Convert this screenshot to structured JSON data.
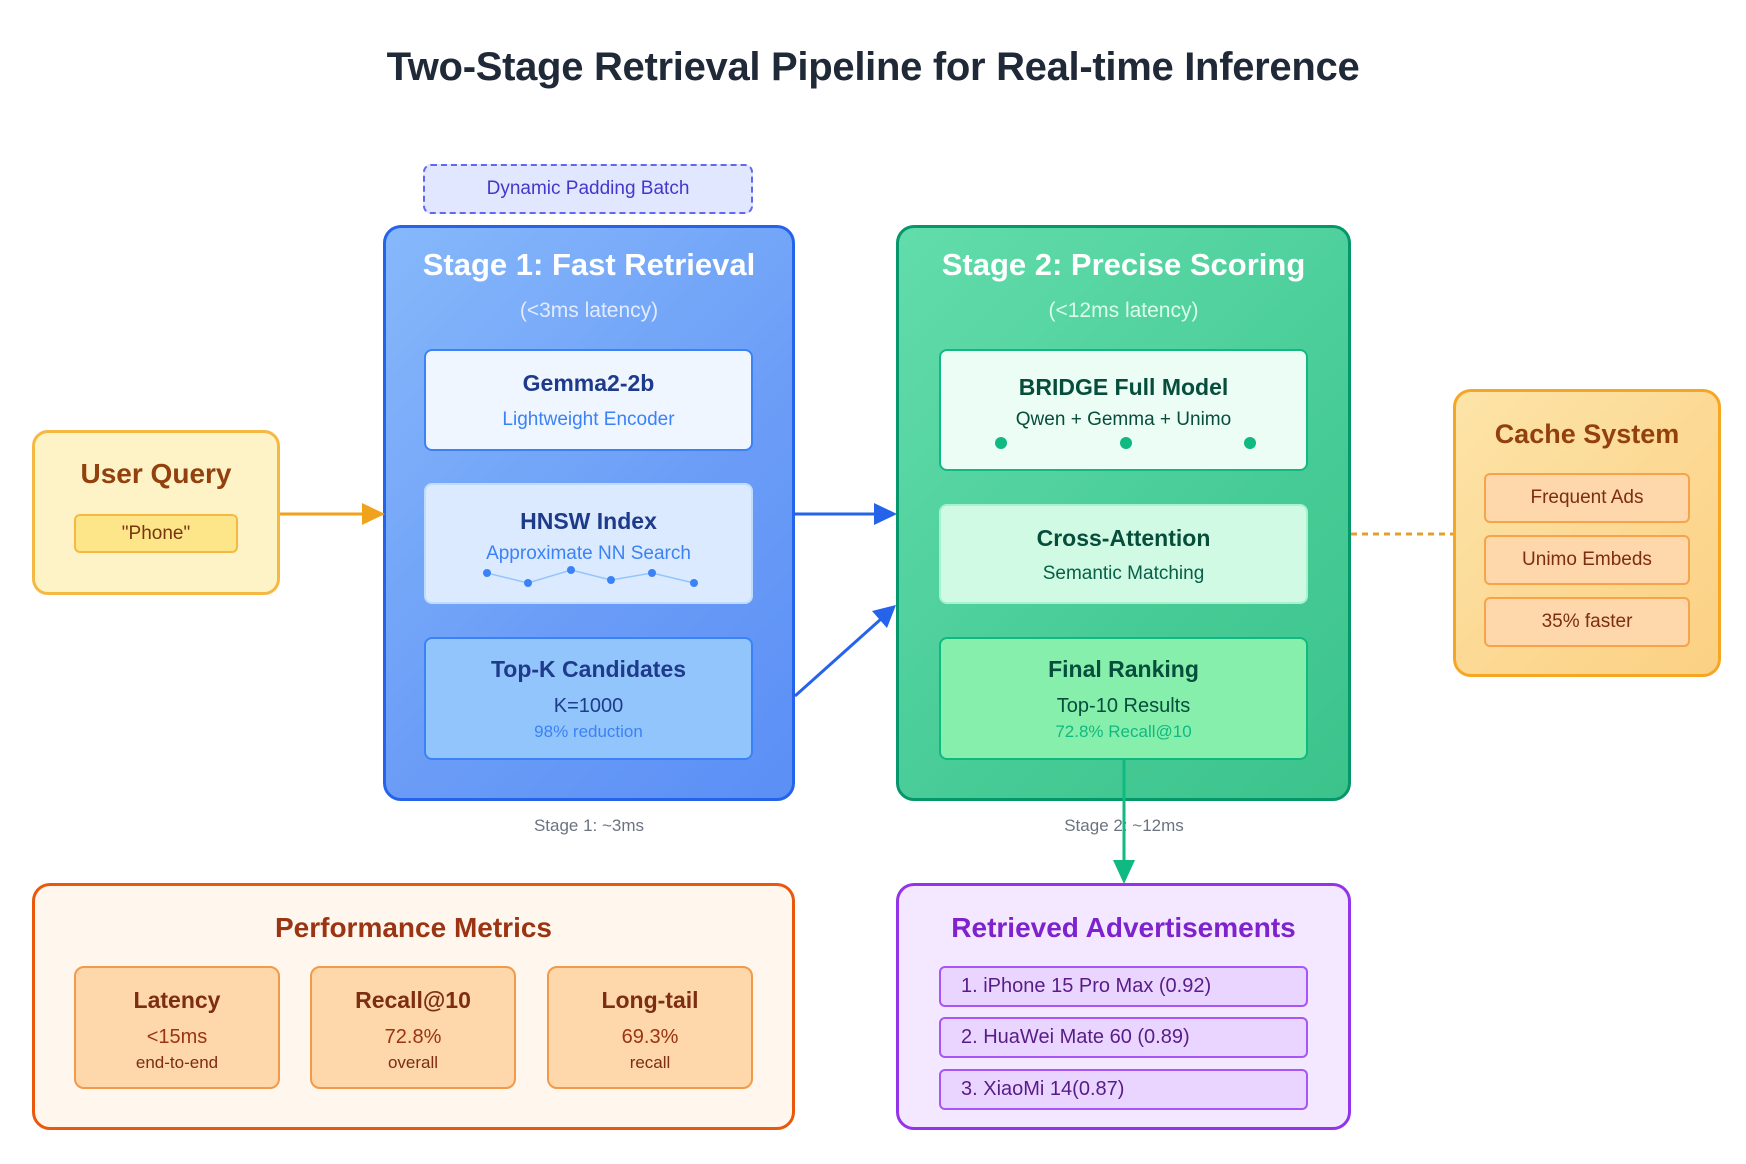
{
  "title": "Two-Stage Retrieval Pipeline for Real-time Inference",
  "batch_label": "Dynamic Padding Batch",
  "user_query": {
    "title": "User Query",
    "value": "\"Phone\""
  },
  "stage1": {
    "title": "Stage 1: Fast Retrieval",
    "latency": "(<3ms latency)",
    "encoder": {
      "title": "Gemma2-2b",
      "subtitle": "Lightweight Encoder"
    },
    "index": {
      "title": "HNSW Index",
      "subtitle": "Approximate NN Search"
    },
    "candidates": {
      "title": "Top-K Candidates",
      "value": "K=1000",
      "note": "98% reduction"
    },
    "timing": "Stage 1: ~3ms"
  },
  "stage2": {
    "title": "Stage 2: Precise Scoring",
    "latency": "(<12ms latency)",
    "model": {
      "title": "BRIDGE Full Model",
      "subtitle": "Qwen + Gemma + Unimo"
    },
    "attention": {
      "title": "Cross-Attention",
      "subtitle": "Semantic Matching"
    },
    "ranking": {
      "title": "Final Ranking",
      "value": "Top-10 Results",
      "note": "72.8% Recall@10"
    },
    "timing": "Stage 2: ~12ms"
  },
  "cache": {
    "title": "Cache System",
    "items": [
      "Frequent Ads",
      "Unimo Embeds",
      "35% faster"
    ]
  },
  "metrics": {
    "title": "Performance Metrics",
    "items": [
      {
        "label": "Latency",
        "value": "<15ms",
        "note": "end-to-end"
      },
      {
        "label": "Recall@10",
        "value": "72.8%",
        "note": "overall"
      },
      {
        "label": "Long-tail",
        "value": "69.3%",
        "note": "recall"
      }
    ]
  },
  "results": {
    "title": "Retrieved Advertisements",
    "items": [
      "1. iPhone 15 Pro Max (0.92)",
      "2. HuaWei Mate 60 (0.89)",
      "3. XiaoMi 14(0.87)"
    ]
  },
  "colors": {
    "stage1_accent": "#2563eb",
    "stage2_accent": "#059669",
    "query_accent": "#f59e0b",
    "cache_accent": "#f59e0b",
    "metrics_accent": "#ea580c",
    "results_accent": "#9333ea",
    "batch_accent": "#6366f1"
  }
}
